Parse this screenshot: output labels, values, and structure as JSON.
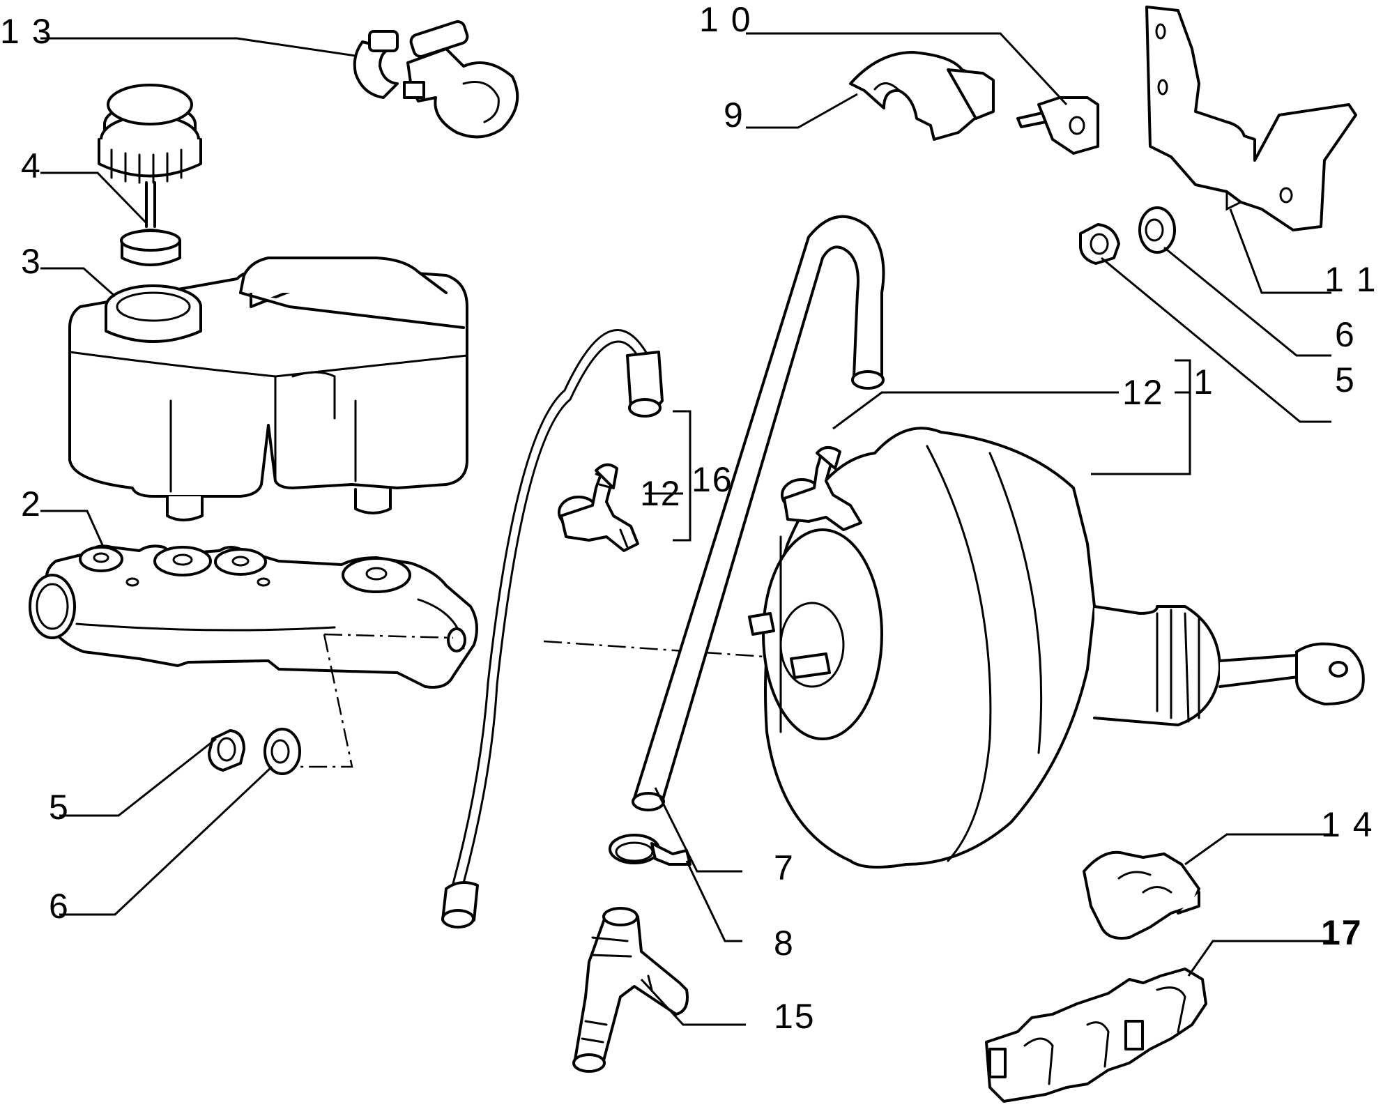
{
  "callouts": {
    "c1": "1",
    "c2": "2",
    "c3": "3",
    "c4": "4",
    "c5_left": "5",
    "c5_right": "5",
    "c6_left": "6",
    "c6_right": "6",
    "c7": "7",
    "c8": "8",
    "c9": "9",
    "c10": "1 0",
    "c11": "1 1",
    "c12_top": "12",
    "c12_mid": "12",
    "c13": "1 3",
    "c14": "1 4",
    "c15": "15",
    "c16": "16",
    "c17": "17"
  }
}
